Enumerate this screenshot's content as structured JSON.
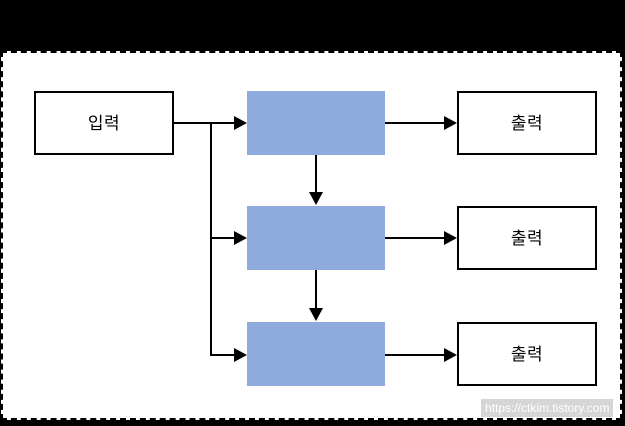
{
  "canvas": {
    "background_color": "#ffffff",
    "border_style": "dashed",
    "border_color": "#000000"
  },
  "colors": {
    "process_fill": "#8FAADC",
    "io_fill": "#ffffff",
    "stroke": "#000000",
    "watermark_bg": "#d6d6d6",
    "watermark_text": "#ffffff"
  },
  "diagram": {
    "type": "flowchart",
    "input_node": {
      "label": "입력",
      "shape": "rectangle",
      "fill": "#ffffff"
    },
    "process_nodes": [
      {
        "label": "",
        "shape": "rectangle",
        "fill": "#8FAADC"
      },
      {
        "label": "",
        "shape": "rectangle",
        "fill": "#8FAADC"
      },
      {
        "label": "",
        "shape": "rectangle",
        "fill": "#8FAADC"
      }
    ],
    "output_nodes": [
      {
        "label": "출력",
        "shape": "rectangle",
        "fill": "#ffffff"
      },
      {
        "label": "출력",
        "shape": "rectangle",
        "fill": "#ffffff"
      },
      {
        "label": "출력",
        "shape": "rectangle",
        "fill": "#ffffff"
      }
    ],
    "connectors": [
      {
        "from": "입력",
        "to": "process-1",
        "direction": "right"
      },
      {
        "from": "입력",
        "to": "process-2",
        "direction": "right"
      },
      {
        "from": "입력",
        "to": "process-3",
        "direction": "right"
      },
      {
        "from": "process-1",
        "to": "process-2",
        "direction": "down"
      },
      {
        "from": "process-2",
        "to": "process-3",
        "direction": "down"
      },
      {
        "from": "process-1",
        "to": "출력-1",
        "direction": "right"
      },
      {
        "from": "process-2",
        "to": "출력-2",
        "direction": "right"
      },
      {
        "from": "process-3",
        "to": "출력-3",
        "direction": "right"
      }
    ]
  },
  "watermark": {
    "text": "https://ctkim.tistory.com"
  }
}
